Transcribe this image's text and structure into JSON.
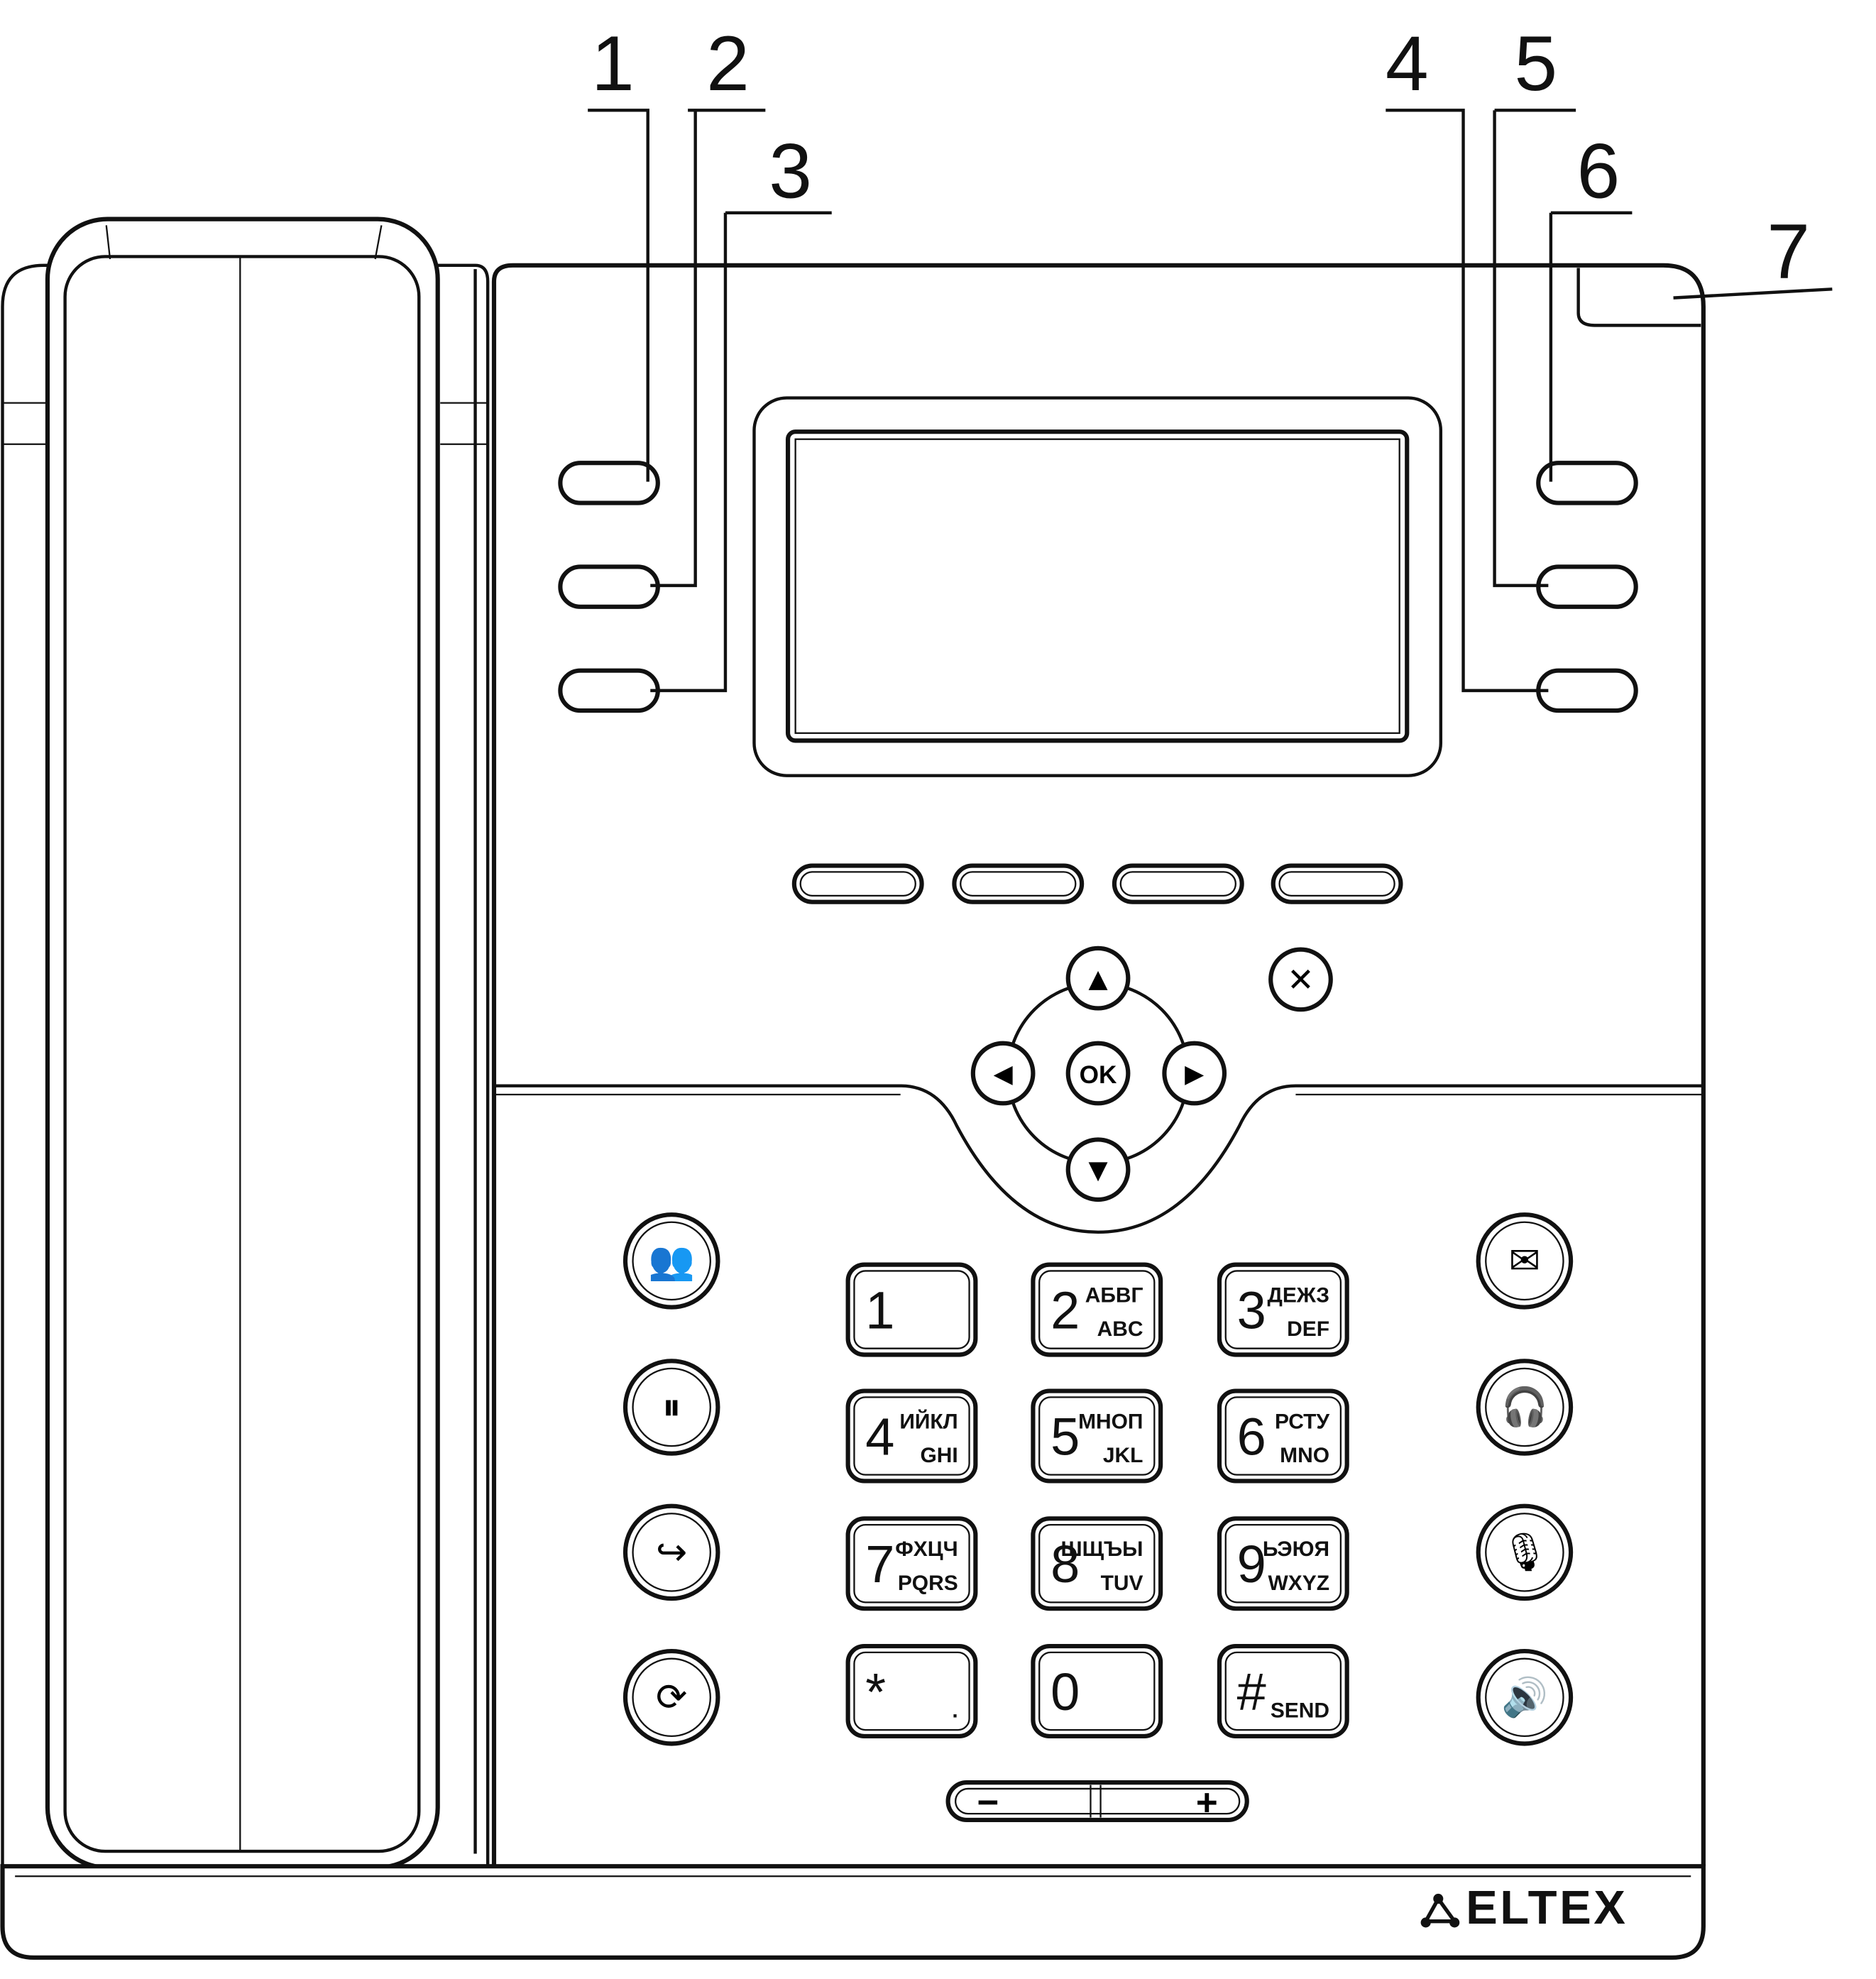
{
  "diagram": {
    "callouts": [
      "1",
      "2",
      "3",
      "4",
      "5",
      "6",
      "7"
    ],
    "keypad": [
      {
        "digit": "1",
        "cyr": "",
        "lat": ""
      },
      {
        "digit": "2",
        "cyr": "АБВГ",
        "lat": "ABC"
      },
      {
        "digit": "3",
        "cyr": "ДЕЖЗ",
        "lat": "DEF"
      },
      {
        "digit": "4",
        "cyr": "ИЙКЛ",
        "lat": "GHI"
      },
      {
        "digit": "5",
        "cyr": "МНОП",
        "lat": "JKL"
      },
      {
        "digit": "6",
        "cyr": "РСТУ",
        "lat": "MNO"
      },
      {
        "digit": "7",
        "cyr": "ФХЦЧ",
        "lat": "PQRS"
      },
      {
        "digit": "8",
        "cyr": "ШЩЪЫ",
        "lat": "TUV"
      },
      {
        "digit": "9",
        "cyr": "ЬЭЮЯ",
        "lat": "WXYZ"
      },
      {
        "digit": "*",
        "cyr": "",
        "lat": "."
      },
      {
        "digit": "0",
        "cyr": "",
        "lat": ""
      },
      {
        "digit": "#",
        "cyr": "",
        "lat": "SEND"
      }
    ],
    "nav": {
      "ok_label": "OK",
      "up": "▲",
      "down": "▼",
      "left": "◀",
      "right": "▶",
      "cancel": "✕"
    },
    "left_function_keys": [
      "conference-icon",
      "hold-icon",
      "transfer-icon",
      "redial-icon"
    ],
    "right_function_keys": [
      "message-icon",
      "headset-icon",
      "mute-icon",
      "speaker-icon"
    ],
    "volume": {
      "minus": "−",
      "plus": "+"
    },
    "brand": "ELTEX"
  }
}
